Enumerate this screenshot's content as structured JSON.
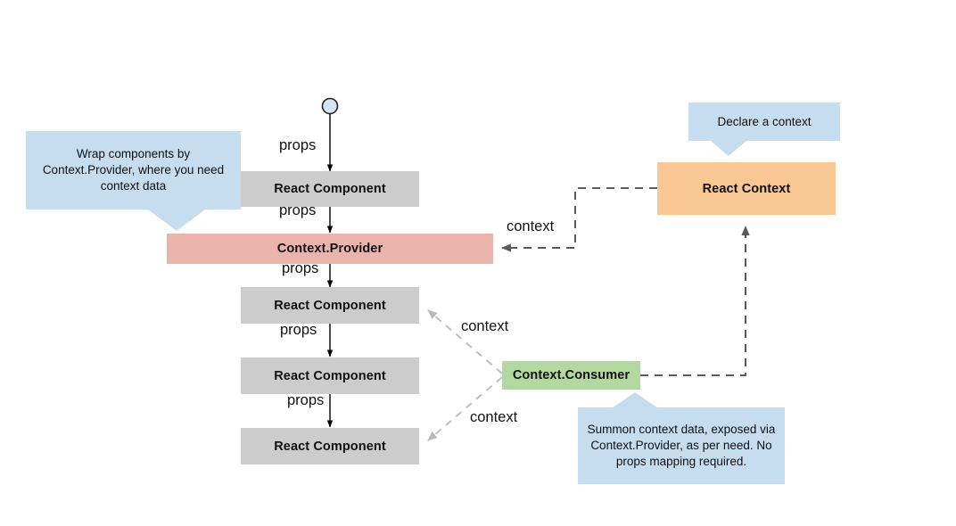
{
  "diagram": {
    "title": "React Context data flow diagram",
    "colors": {
      "component": "#cccccc",
      "provider": "#eab4ad",
      "context": "#f8c794",
      "consumer": "#b2d8a0",
      "callout": "#c6dcef",
      "props_arrow": "#000000",
      "context_arrow": "#5a5a5a",
      "consumer_arrow": "#bdbdbd",
      "start_node_fill": "#d6e4f0",
      "start_node_stroke": "#222222"
    },
    "nodes": [
      {
        "id": "start",
        "label": "",
        "kind": "start-circle"
      },
      {
        "id": "component-1",
        "label": "React Component",
        "kind": "component"
      },
      {
        "id": "provider",
        "label": "Context.Provider",
        "kind": "provider"
      },
      {
        "id": "component-2",
        "label": "React Component",
        "kind": "component"
      },
      {
        "id": "component-3",
        "label": "React Component",
        "kind": "component"
      },
      {
        "id": "component-4",
        "label": "React Component",
        "kind": "component"
      },
      {
        "id": "react-context",
        "label": "React Context",
        "kind": "context"
      },
      {
        "id": "consumer",
        "label": "Context.Consumer",
        "kind": "consumer"
      }
    ],
    "edge_labels": {
      "props_1": "props",
      "props_2": "props",
      "props_3": "props",
      "props_4": "props",
      "props_5": "props",
      "context_provider": "context",
      "context_upper": "context",
      "context_lower": "context"
    },
    "callouts": [
      {
        "id": "wrap-note",
        "text": "Wrap components by Context.Provider, where you need context data"
      },
      {
        "id": "declare-note",
        "text": "Declare a context"
      },
      {
        "id": "summon-note",
        "text": "Summon context data, exposed via Context.Provider, as per need. No props mapping required."
      }
    ]
  }
}
